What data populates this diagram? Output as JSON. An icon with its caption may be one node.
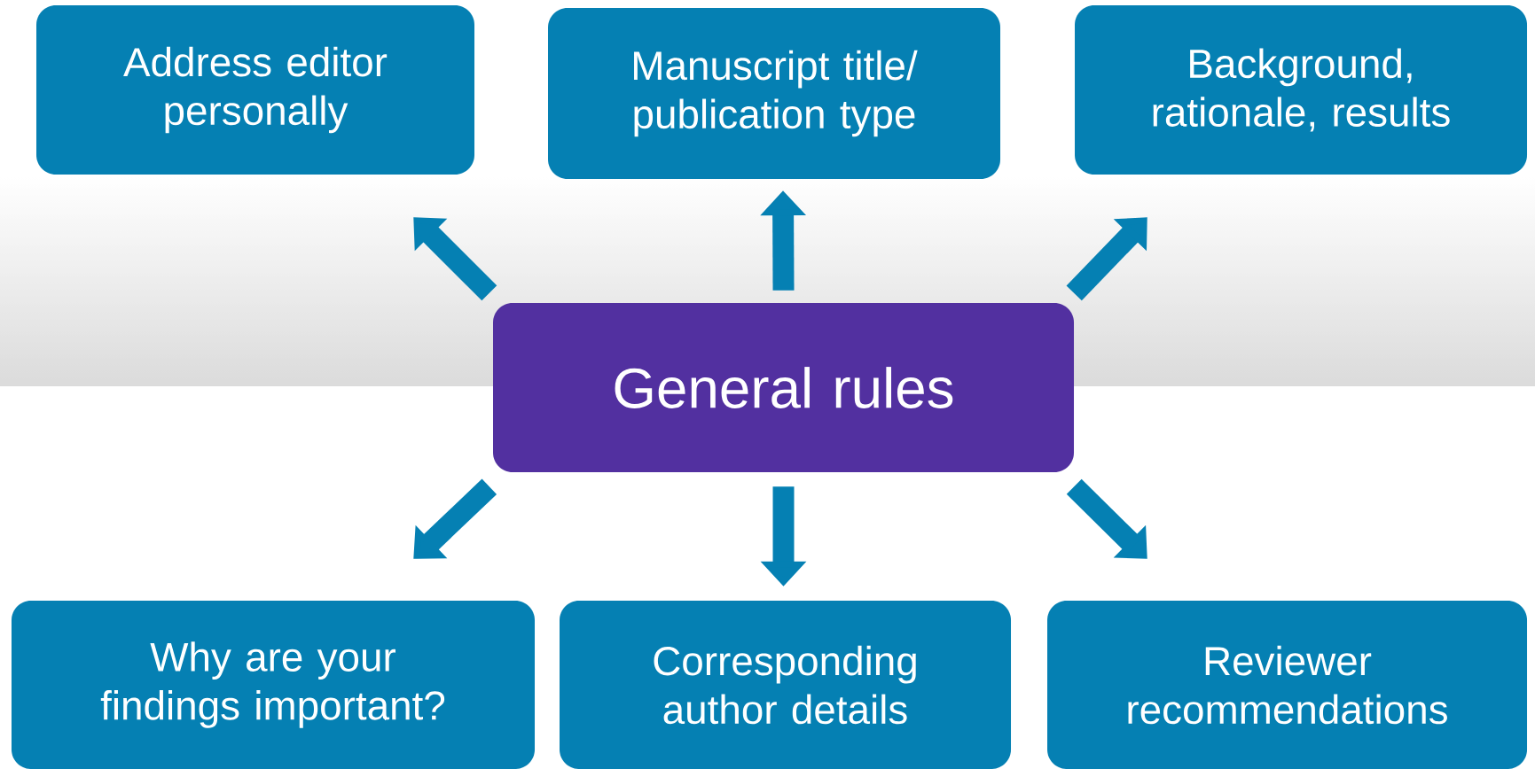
{
  "diagram": {
    "nodes": [
      {
        "text": [
          "General rules"
        ]
      },
      {
        "text": [
          "Address editor personally"
        ]
      },
      {
        "text": [
          "Manuscript title/ publication type"
        ]
      },
      {
        "text": [
          "Background, rationale, results"
        ]
      },
      {
        "text": [
          "Why are your findings important?"
        ]
      },
      {
        "text": [
          "Corresponding author details"
        ]
      },
      {
        "text": [
          "Reviewer recommendations"
        ]
      }
    ],
    "edges": [
      {
        "from": 0,
        "to": 1,
        "arrow": "to"
      },
      {
        "from": 0,
        "to": 2,
        "arrow": "to"
      },
      {
        "from": 0,
        "to": 3,
        "arrow": "to"
      },
      {
        "from": 0,
        "to": 4,
        "arrow": "to"
      },
      {
        "from": 0,
        "to": 5,
        "arrow": "to"
      },
      {
        "from": 0,
        "to": 6,
        "arrow": "to"
      }
    ]
  }
}
